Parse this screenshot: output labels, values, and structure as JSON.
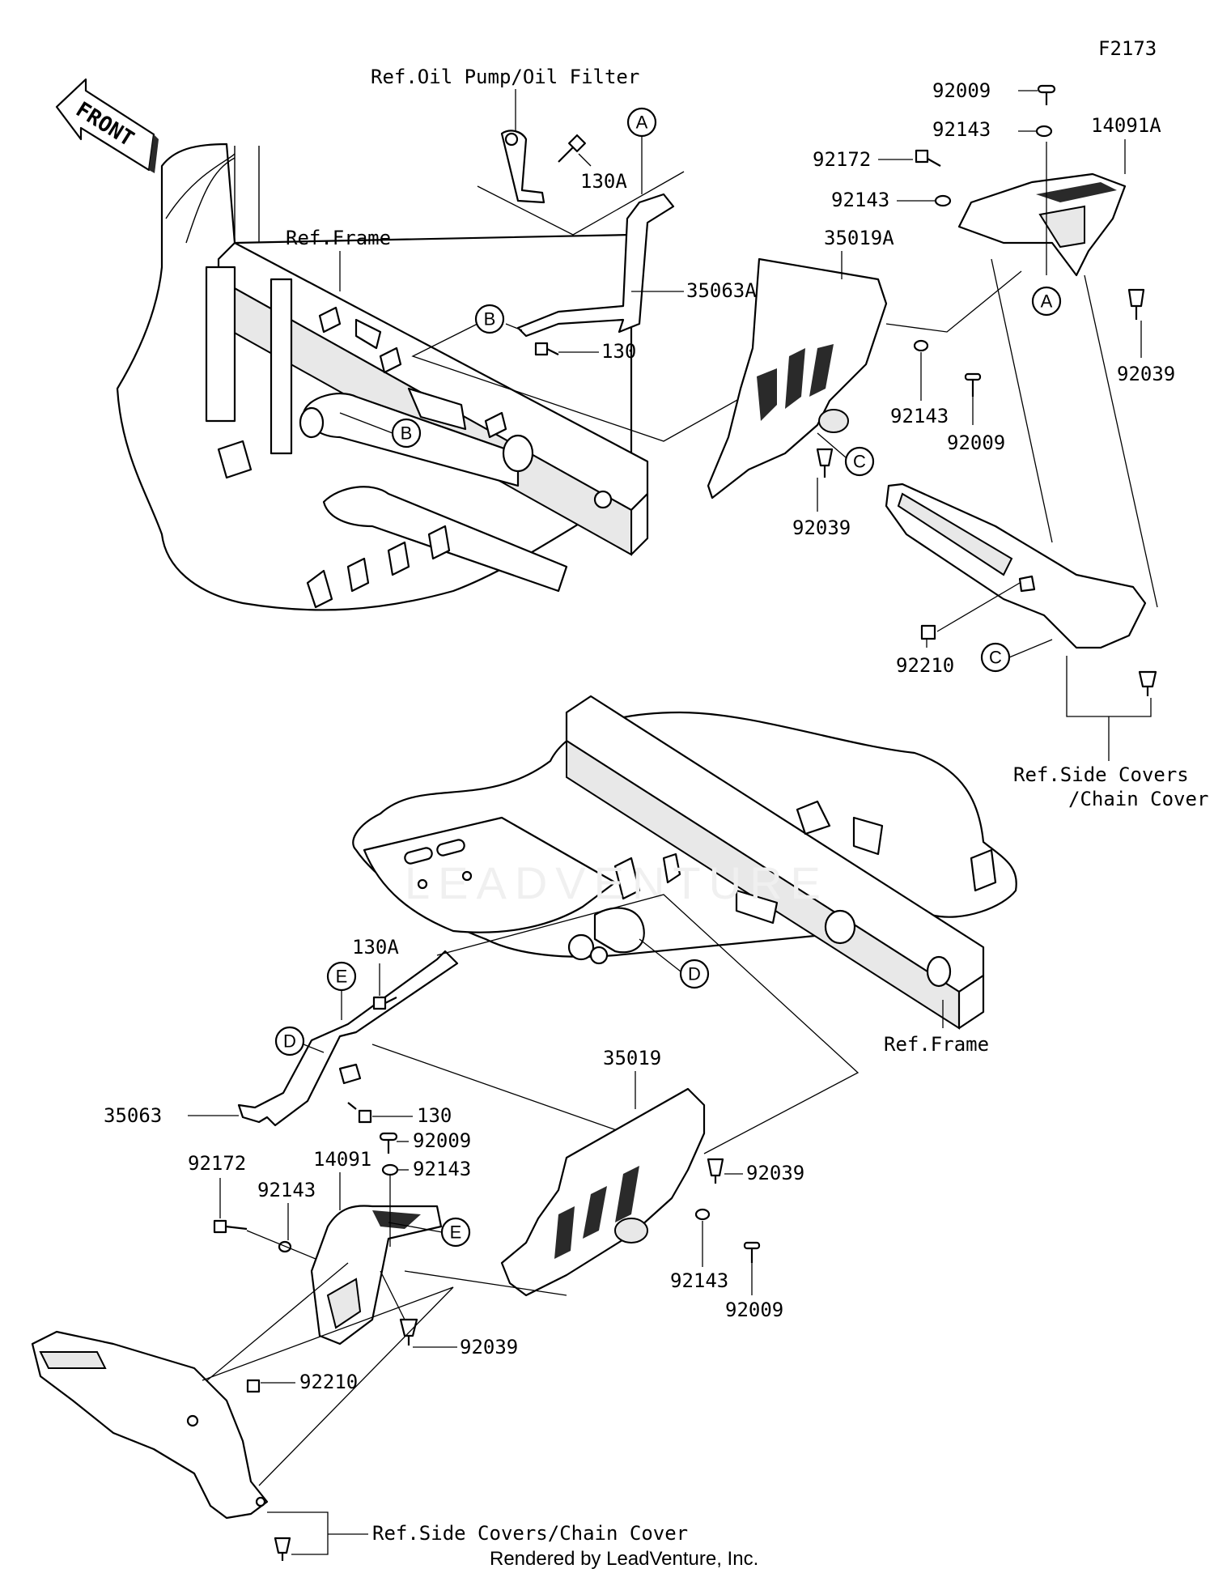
{
  "diagram": {
    "figure_id": "F2173",
    "front_label": "FRONT",
    "watermark": "LEADVENTURE",
    "credit": "Rendered by LeadVenture, Inc.",
    "callouts": [
      "A",
      "B",
      "C",
      "D",
      "E"
    ],
    "labels": {
      "ref_oil_pump": "Ref.Oil Pump/Oil Filter",
      "ref_frame_top": "Ref.Frame",
      "ref_frame_bottom": "Ref.Frame",
      "ref_side_covers_line1": "Ref.Side Covers",
      "ref_side_covers_line2": "/Chain Cover",
      "ref_side_covers_bottom": "Ref.Side Covers/Chain Cover"
    },
    "parts_upper": {
      "p92009_a": "92009",
      "p92143_a": "92143",
      "p14091A": "14091A",
      "p92172_a": "92172",
      "p92143_b": "92143",
      "p130A_a": "130A",
      "p35019A": "35019A",
      "p35063A": "35063A",
      "p130_a": "130",
      "p92039_a": "92039",
      "p92143_c": "92143",
      "p92009_b": "92009",
      "p92039_b": "92039",
      "p92210_a": "92210"
    },
    "parts_lower": {
      "p130A_b": "130A",
      "p35063": "35063",
      "p130_b": "130",
      "p35019": "35019",
      "p92009_c": "92009",
      "p92143_d": "92143",
      "p14091": "14091",
      "p92172_b": "92172",
      "p92143_e": "92143",
      "p92039_c": "92039",
      "p92143_f": "92143",
      "p92009_d": "92009",
      "p92039_d": "92039",
      "p92210_b": "92210"
    }
  }
}
